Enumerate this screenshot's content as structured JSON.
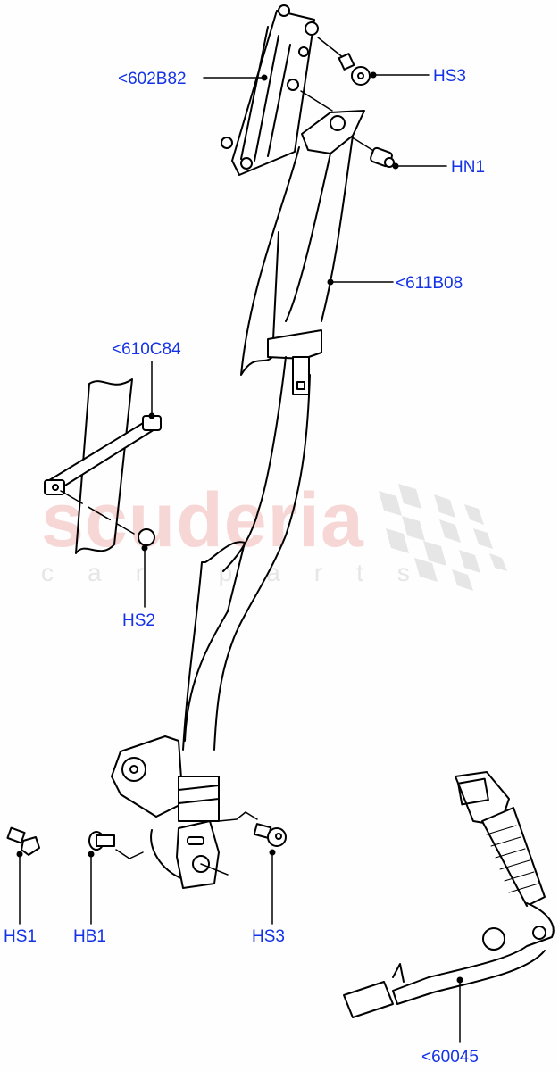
{
  "diagram": {
    "subject": "Seat belt assembly parts diagram",
    "watermark": {
      "main": "scuderia",
      "sub": "car parts",
      "main_color": "#f7d6d6",
      "sub_color": "#e6e6e6"
    },
    "label_color": "#1432e6",
    "line_color": "#000000",
    "callouts": [
      {
        "id": "602B82",
        "text": "<602B82",
        "part": "height adjuster rail"
      },
      {
        "id": "HS3-top",
        "text": "HS3",
        "part": "screw"
      },
      {
        "id": "HN1",
        "text": "HN1",
        "part": "nut"
      },
      {
        "id": "611B08",
        "text": "<611B08",
        "part": "seat belt webbing / retractor"
      },
      {
        "id": "610C84",
        "text": "<610C84",
        "part": "anchor strap"
      },
      {
        "id": "HS2",
        "text": "HS2",
        "part": "screw"
      },
      {
        "id": "HS1",
        "text": "HS1",
        "part": "bolt"
      },
      {
        "id": "HB1",
        "text": "HB1",
        "part": "bolt"
      },
      {
        "id": "HS3-bottom",
        "text": "HS3",
        "part": "screw"
      },
      {
        "id": "60045",
        "text": "<60045",
        "part": "buckle assembly"
      }
    ]
  }
}
